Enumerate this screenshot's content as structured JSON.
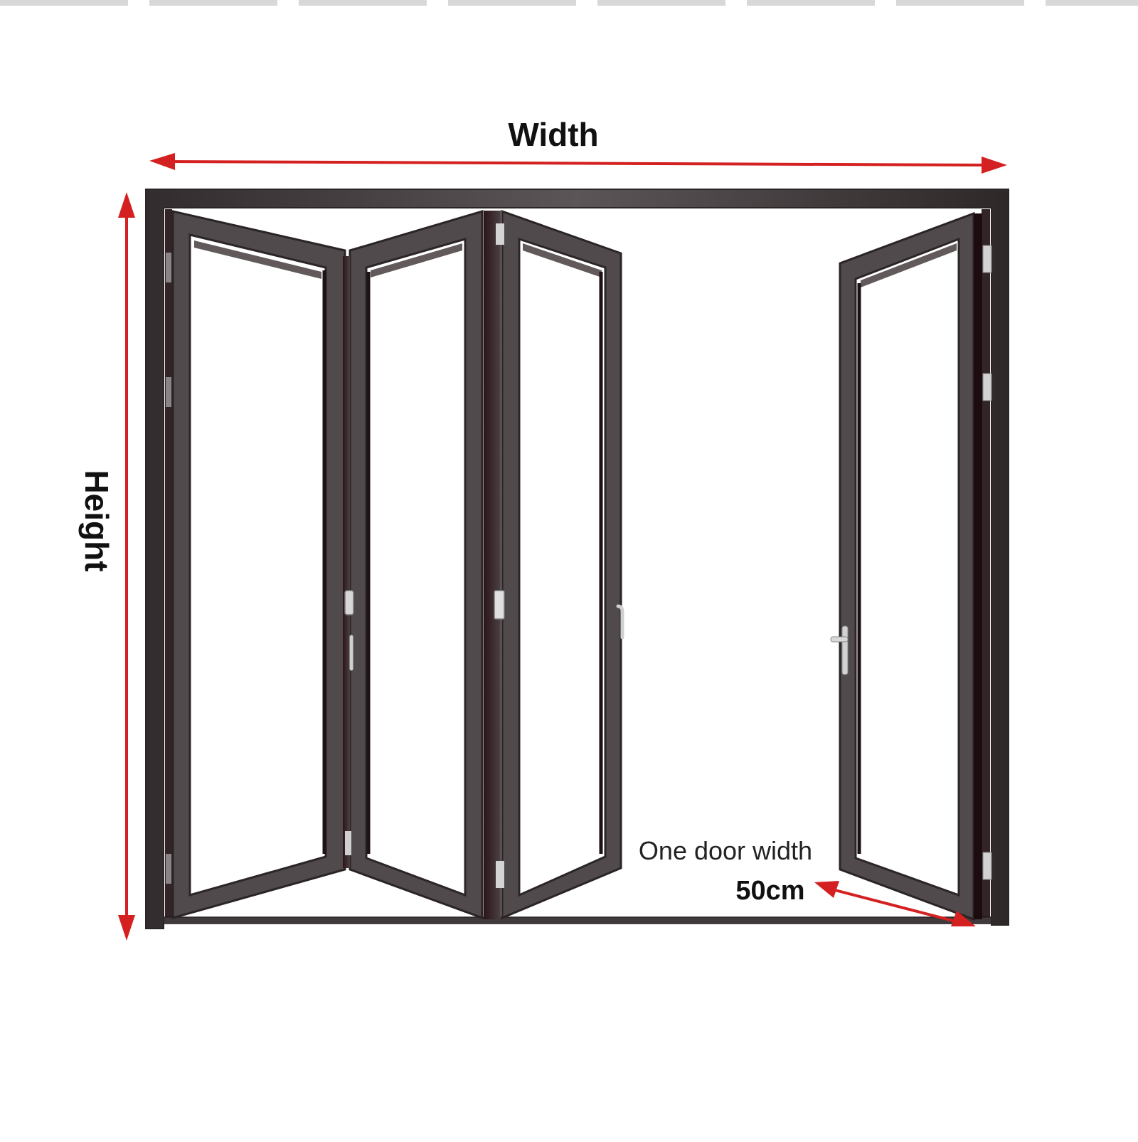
{
  "labels": {
    "width": "Width",
    "height": "Height",
    "one_door_width": "One door width",
    "door_size": "50cm"
  },
  "colors": {
    "dimension_arrow": "#d42020",
    "frame": "#4a4446",
    "frame_dark": "#2a1518",
    "hardware": "#c9c9c9",
    "background": "#ffffff"
  },
  "door": {
    "type": "bi-fold door",
    "panel_count": 4,
    "left_folded_panels": 3,
    "right_swing_panels": 1,
    "handle_icon": "lever-handle-icon"
  }
}
